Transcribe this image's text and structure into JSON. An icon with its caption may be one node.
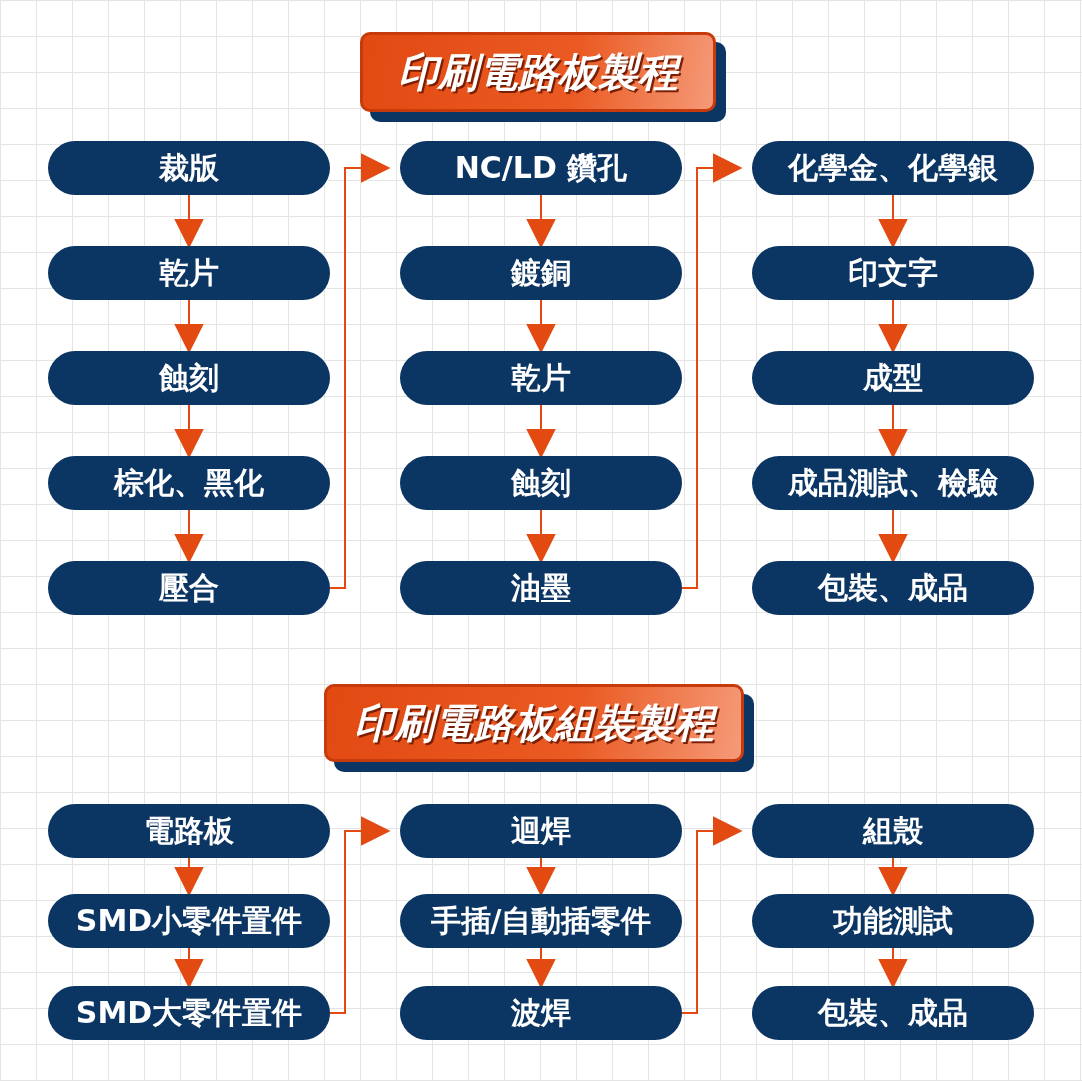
{
  "diagram": {
    "nodes": [
      {
        "text": [
          "印刷電路板製程"
        ]
      },
      {
        "text": [
          "裁版"
        ]
      },
      {
        "text": [
          "乾片"
        ]
      },
      {
        "text": [
          "蝕刻"
        ]
      },
      {
        "text": [
          "棕化、黑化"
        ]
      },
      {
        "text": [
          "壓合"
        ]
      },
      {
        "text": [
          "NC/LD 鑽孔"
        ]
      },
      {
        "text": [
          "鍍銅"
        ]
      },
      {
        "text": [
          "乾片"
        ]
      },
      {
        "text": [
          "蝕刻"
        ]
      },
      {
        "text": [
          "油墨"
        ]
      },
      {
        "text": [
          "化學金、化學銀"
        ]
      },
      {
        "text": [
          "印文字"
        ]
      },
      {
        "text": [
          "成型"
        ]
      },
      {
        "text": [
          "成品測試、檢驗"
        ]
      },
      {
        "text": [
          "包裝、成品"
        ]
      },
      {
        "text": [
          "印刷電路板組裝製程"
        ]
      },
      {
        "text": [
          "電路板"
        ]
      },
      {
        "text": [
          "SMD小零件置件"
        ]
      },
      {
        "text": [
          "SMD大零件置件"
        ]
      },
      {
        "text": [
          "迴焊"
        ]
      },
      {
        "text": [
          "手插/自動插零件"
        ]
      },
      {
        "text": [
          "波焊"
        ]
      },
      {
        "text": [
          "組殼"
        ]
      },
      {
        "text": [
          "功能測試"
        ]
      },
      {
        "text": [
          "包裝、成品"
        ]
      }
    ],
    "edges": [
      {
        "from": 1,
        "to": 2,
        "arrow": "to"
      },
      {
        "from": 2,
        "to": 3,
        "arrow": "to"
      },
      {
        "from": 3,
        "to": 4,
        "arrow": "to"
      },
      {
        "from": 4,
        "to": 5,
        "arrow": "to"
      },
      {
        "from": 5,
        "to": 6,
        "arrow": "to"
      },
      {
        "from": 6,
        "to": 7,
        "arrow": "to"
      },
      {
        "from": 7,
        "to": 8,
        "arrow": "to"
      },
      {
        "from": 8,
        "to": 9,
        "arrow": "to"
      },
      {
        "from": 9,
        "to": 10,
        "arrow": "to"
      },
      {
        "from": 10,
        "to": 11,
        "arrow": "to"
      },
      {
        "from": 11,
        "to": 12,
        "arrow": "to"
      },
      {
        "from": 12,
        "to": 13,
        "arrow": "to"
      },
      {
        "from": 13,
        "to": 14,
        "arrow": "to"
      },
      {
        "from": 14,
        "to": 15,
        "arrow": "to"
      },
      {
        "from": 17,
        "to": 18,
        "arrow": "to"
      },
      {
        "from": 18,
        "to": 19,
        "arrow": "to"
      },
      {
        "from": 19,
        "to": 20,
        "arrow": "to"
      },
      {
        "from": 20,
        "to": 21,
        "arrow": "to"
      },
      {
        "from": 21,
        "to": 22,
        "arrow": "to"
      },
      {
        "from": 22,
        "to": 23,
        "arrow": "to"
      },
      {
        "from": 23,
        "to": 24,
        "arrow": "to"
      },
      {
        "from": 24,
        "to": 25,
        "arrow": "to"
      }
    ]
  }
}
